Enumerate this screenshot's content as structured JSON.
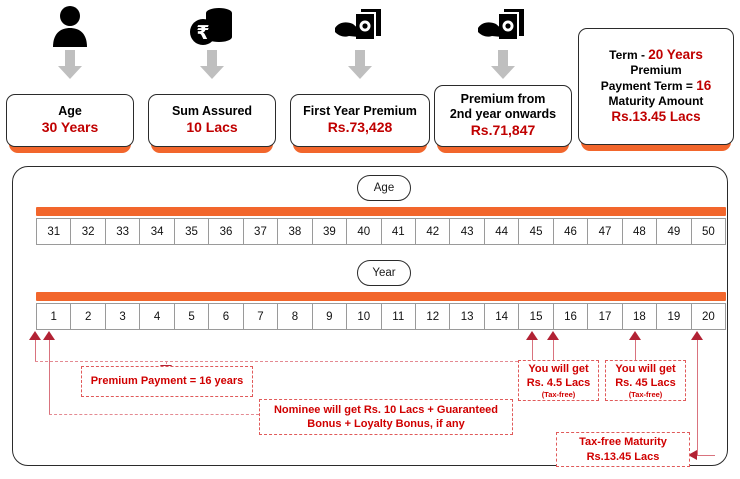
{
  "header": {
    "cards": [
      {
        "icon": "person-icon",
        "arrow": "down-arrow-icon",
        "lines": [
          {
            "text": "Age",
            "style": "black"
          },
          {
            "text": "30 Years",
            "style": "red"
          }
        ]
      },
      {
        "icon": "rupee-coins-icon",
        "arrow": "down-arrow-icon",
        "lines": [
          {
            "text": "Sum Assured",
            "style": "black"
          },
          {
            "text": "10 Lacs",
            "style": "red"
          }
        ]
      },
      {
        "icon": "hand-cash-icon",
        "arrow": "down-arrow-icon",
        "lines": [
          {
            "text": "First Year Premium",
            "style": "black"
          },
          {
            "text": "Rs.73,428",
            "style": "red"
          }
        ]
      },
      {
        "icon": "hand-cash-icon",
        "arrow": "down-arrow-icon",
        "lines": [
          {
            "text": "Premium from",
            "style": "black"
          },
          {
            "text": "2nd year onwards",
            "style": "black"
          },
          {
            "text": "Rs.71,847",
            "style": "red"
          }
        ]
      },
      {
        "icon": "none",
        "arrow": "none",
        "lines": [
          {
            "text": "Term  - ",
            "style": "mixed",
            "red_part": "20 Years"
          },
          {
            "text": "Premium",
            "style": "black"
          },
          {
            "text": "Payment Term = ",
            "style": "mixed",
            "red_part": "16"
          },
          {
            "text": "Maturity Amount",
            "style": "black"
          },
          {
            "text": "Rs.13.45 Lacs",
            "style": "red"
          }
        ]
      }
    ]
  },
  "timeline": {
    "age_label": "Age",
    "year_label": "Year",
    "ages": [
      "31",
      "32",
      "33",
      "34",
      "35",
      "36",
      "37",
      "38",
      "39",
      "40",
      "41",
      "42",
      "43",
      "44",
      "45",
      "46",
      "47",
      "48",
      "49",
      "50"
    ],
    "years": [
      "1",
      "2",
      "3",
      "4",
      "5",
      "6",
      "7",
      "8",
      "9",
      "10",
      "11",
      "12",
      "13",
      "14",
      "15",
      "16",
      "17",
      "18",
      "19",
      "20"
    ]
  },
  "callouts": {
    "premium_payment": {
      "lines": [
        "Premium Payment = 16 years"
      ]
    },
    "nominee": {
      "lines": [
        "Nominee will get Rs. 10 Lacs + Guaranteed",
        "Bonus + Loyalty Bonus, if any"
      ]
    },
    "payout_year16": {
      "lines": [
        "You will get",
        "Rs. 4.5 Lacs"
      ],
      "note": "(Tax-free)"
    },
    "payout_year18": {
      "lines": [
        "You will get",
        "Rs. 45 Lacs"
      ],
      "note": "(Tax-free)"
    },
    "maturity": {
      "lines": [
        "Tax-free Maturity",
        "Rs.13.45 Lacs"
      ]
    }
  },
  "colors": {
    "accent_orange": "#F2662C",
    "value_red": "#C00000",
    "callout_red": "#D00000",
    "connector_pink": "#D9737E"
  }
}
